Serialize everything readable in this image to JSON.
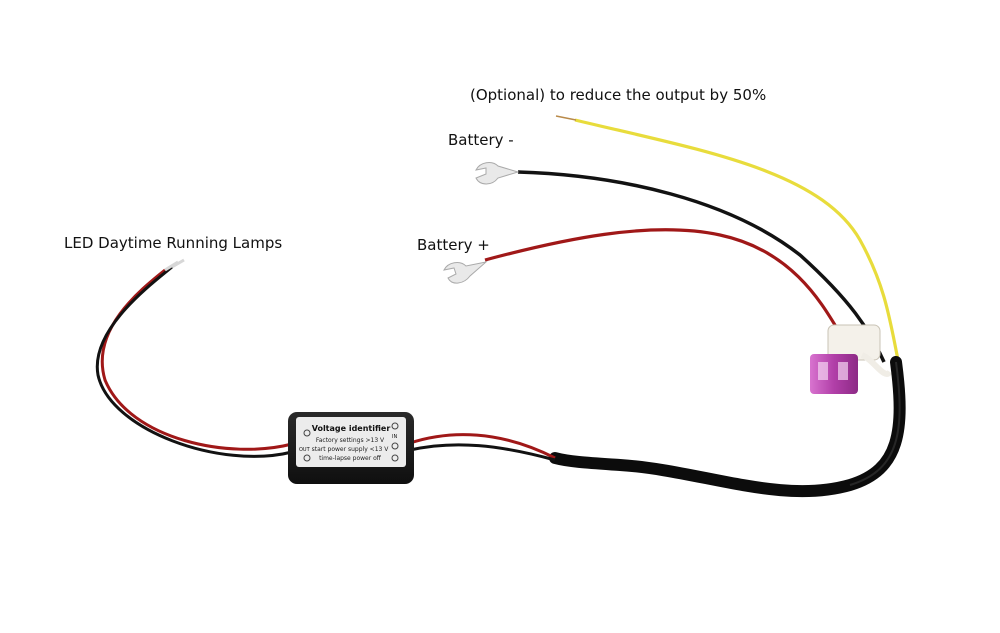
{
  "labels": {
    "optional": "(Optional) to reduce the output by 50%",
    "battery_negative": "Battery -",
    "battery_positive": "Battery +",
    "led": "LED Daytime Running Lamps"
  },
  "module": {
    "title": "Voltage identifier",
    "line1": "Factory settings >13 V",
    "line2": "start power supply <13 V",
    "line3": "time-lapse power off",
    "out": "OUT",
    "in": "IN"
  },
  "colors": {
    "wire_red": "#a01818",
    "wire_black": "#121212",
    "wire_yellow": "#e8dc3c",
    "fuse": "#c04ab8",
    "module_body": "#1b1b1b",
    "module_label": "#ececec"
  }
}
